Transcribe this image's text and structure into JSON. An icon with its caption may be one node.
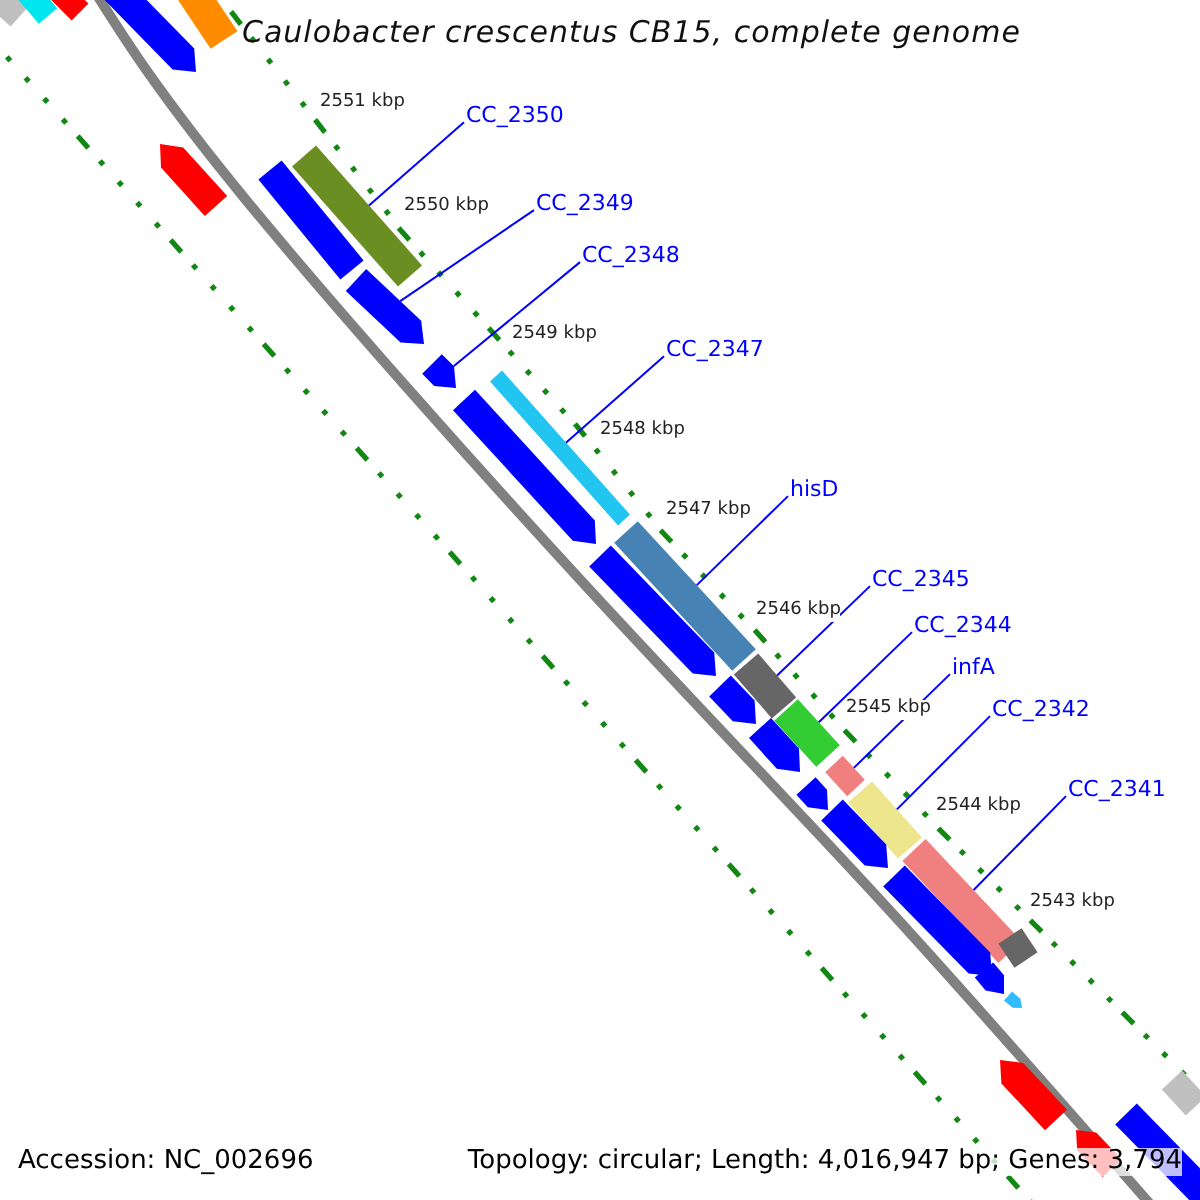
{
  "diagram": {
    "title": "Caulobacter crescentus CB15, complete genome",
    "nodes": [
      {
        "text": [
          "CC_2350"
        ]
      },
      {
        "text": [
          "CC_2349"
        ]
      },
      {
        "text": [
          "CC_2348"
        ]
      },
      {
        "text": [
          "CC_2347"
        ]
      },
      {
        "text": [
          "hisD"
        ]
      },
      {
        "text": [
          "CC_2345"
        ]
      },
      {
        "text": [
          "CC_2344"
        ]
      },
      {
        "text": [
          "infA"
        ]
      },
      {
        "text": [
          "CC_2342"
        ]
      },
      {
        "text": [
          "CC_2341"
        ]
      },
      {
        "text": [],
        "shape": "bar"
      },
      {
        "text": [],
        "shape": "bar"
      },
      {
        "text": [],
        "shape": "bar"
      },
      {
        "text": [],
        "shape": "arrow"
      },
      {
        "text": [],
        "shape": "bar"
      },
      {
        "text": [],
        "shape": "arrow"
      },
      {
        "text": [],
        "shape": "bar"
      },
      {
        "text": [],
        "shape": "bar"
      },
      {
        "text": [],
        "shape": "arrow"
      },
      {
        "text": [],
        "shape": "arrow"
      },
      {
        "text": [],
        "shape": "bar"
      },
      {
        "text": [],
        "shape": "arrow"
      },
      {
        "text": [],
        "shape": "bar"
      },
      {
        "text": [],
        "shape": "arrow"
      },
      {
        "text": [],
        "shape": "bar"
      },
      {
        "text": [],
        "shape": "arrow"
      },
      {
        "text": [],
        "shape": "bar"
      },
      {
        "text": [],
        "shape": "arrow"
      },
      {
        "text": [],
        "shape": "bar"
      },
      {
        "text": [],
        "shape": "arrow"
      },
      {
        "text": [],
        "shape": "bar"
      },
      {
        "text": [],
        "shape": "arrow"
      },
      {
        "text": [],
        "shape": "bar"
      },
      {
        "text": [],
        "shape": "arrow"
      },
      {
        "text": [],
        "shape": "bar"
      },
      {
        "text": [],
        "shape": "arrow"
      },
      {
        "text": [],
        "shape": "arrow"
      },
      {
        "text": [],
        "shape": "arrow"
      },
      {
        "text": [],
        "shape": "bar"
      },
      {
        "text": [],
        "shape": "bar"
      },
      {
        "text": [],
        "shape": "arrow"
      }
    ],
    "edges": [
      {
        "from": 0,
        "to": 16,
        "arrow": "none"
      },
      {
        "from": 1,
        "to": 18,
        "arrow": "none"
      },
      {
        "from": 2,
        "to": 19,
        "arrow": "none"
      },
      {
        "from": 3,
        "to": 20,
        "arrow": "none"
      },
      {
        "from": 4,
        "to": 22,
        "arrow": "none"
      },
      {
        "from": 5,
        "to": 24,
        "arrow": "none"
      },
      {
        "from": 6,
        "to": 26,
        "arrow": "none"
      },
      {
        "from": 7,
        "to": 28,
        "arrow": "none"
      },
      {
        "from": 8,
        "to": 30,
        "arrow": "none"
      },
      {
        "from": 9,
        "to": 32,
        "arrow": "none"
      }
    ],
    "labels": [
      "2551 kbp",
      "2550 kbp",
      "2549 kbp",
      "2548 kbp",
      "2547 kbp",
      "2546 kbp",
      "2545 kbp",
      "2544 kbp",
      "2543 kbp",
      "Accession: NC_002696",
      "Topology: circular; Length: 4,016,947 bp; Genes: 3,794"
    ]
  }
}
